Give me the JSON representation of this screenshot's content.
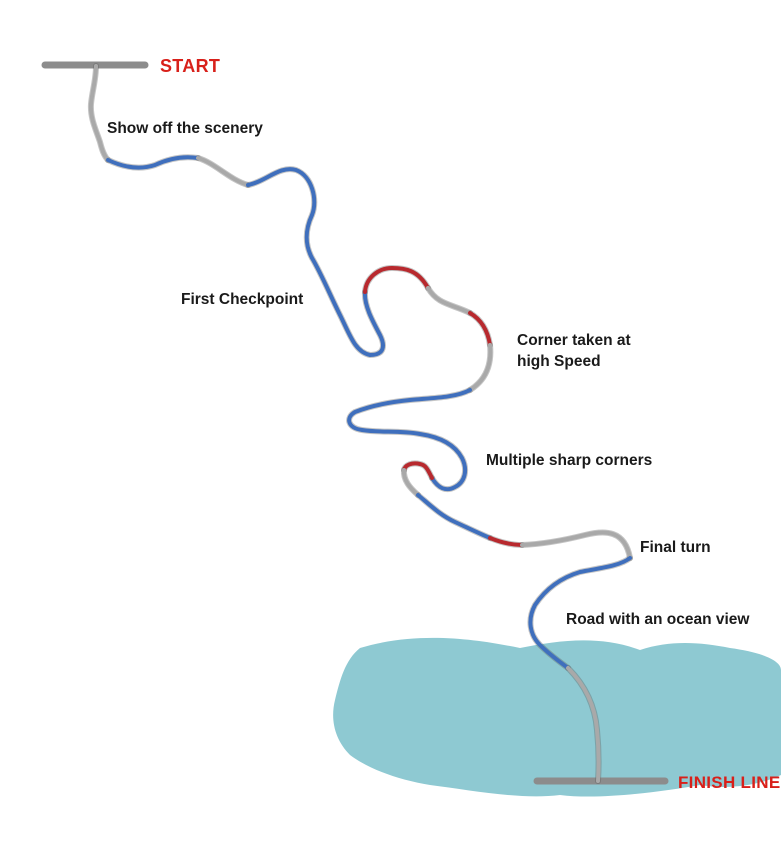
{
  "labels": {
    "start": "START",
    "finish": "FINISH LINE",
    "scenery": "Show off the scenery",
    "checkpoint": "First Checkpoint",
    "corner_high_speed": "Corner taken at\nhigh Speed",
    "sharp_corners": "Multiple sharp corners",
    "final_turn": "Final turn",
    "ocean_road": "Road with an ocean view"
  },
  "colors": {
    "label_accent": "#d8201a",
    "road_gray": "#a9a9a9",
    "road_blue": "#3f6fbd",
    "road_red": "#b8292e",
    "bar_gray": "#8c8c8c",
    "ocean": "#8ec9d2"
  }
}
